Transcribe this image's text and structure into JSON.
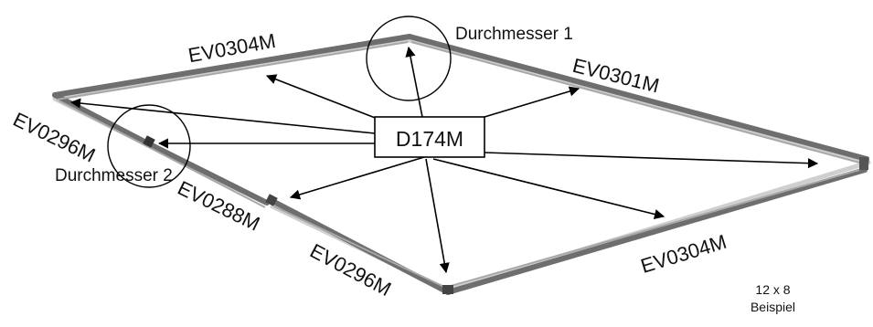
{
  "diagram": {
    "center_label": "D174M",
    "segments": {
      "top_left": "EV0304M",
      "top_right": "EV0301M",
      "left_upper": "EV0296M",
      "left_middle": "EV0288M",
      "bottom_left": "EV0296M",
      "bottom_right": "EV0304M"
    },
    "diameters": {
      "first": "Durchmesser 1",
      "second": "Durchmesser 2"
    },
    "note": {
      "size": "12 x 8",
      "caption": "Beispiel"
    }
  }
}
